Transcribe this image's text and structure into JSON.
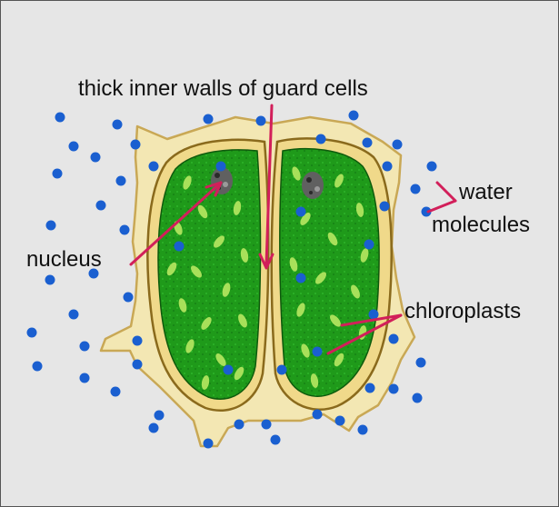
{
  "labels": {
    "title": "thick inner walls of guard cells",
    "nucleus": "nucleus",
    "water_line1": "water",
    "water_line2": "molecules",
    "chloroplasts": "chloroplasts"
  },
  "colors": {
    "background": "#e6e6e6",
    "cell_wall": "#f3e7b3",
    "cytoplasm": "#1f9a1a",
    "chloroplast": "#a8e05a",
    "nucleus": "#606060",
    "water_molecule": "#1a5fd0",
    "pointer": "#d21f5a"
  }
}
